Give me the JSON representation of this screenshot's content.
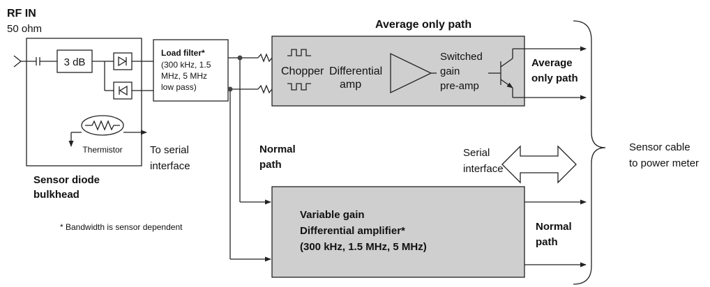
{
  "colors": {
    "line": "#222222",
    "block_fill": "#cfcfcf",
    "background": "#ffffff"
  },
  "labels": {
    "rf_in": "RF IN",
    "ohm": "50 ohm",
    "attenuator": "3 dB",
    "thermistor": "Thermistor",
    "to_serial_1": "To serial",
    "to_serial_2": "interface",
    "bulkhead_1": "Sensor diode",
    "bulkhead_2": "bulkhead",
    "load_filter": [
      "Load filter*",
      "(300 kHz, 1.5",
      "MHz, 5 MHz",
      "low pass)"
    ],
    "avg_path_title": "Average only path",
    "chopper": "Chopper",
    "diff_amp_1": "Differential",
    "diff_amp_2": "amp",
    "switched_gain": [
      "Switched",
      "gain",
      "pre-amp"
    ],
    "avg_path_right_1": "Average",
    "avg_path_right_2": "only path",
    "normal_path_1": "Normal",
    "normal_path_2": "path",
    "serial_1": "Serial",
    "serial_2": "interface",
    "var_amp": [
      "Variable gain",
      "Differential amplifier*",
      "(300 kHz, 1.5 MHz, 5 MHz)"
    ],
    "normal_right_1": "Normal",
    "normal_right_2": "path",
    "sensor_cable_1": "Sensor cable",
    "sensor_cable_2": "to power meter",
    "footnote": "* Bandwidth is sensor dependent"
  }
}
